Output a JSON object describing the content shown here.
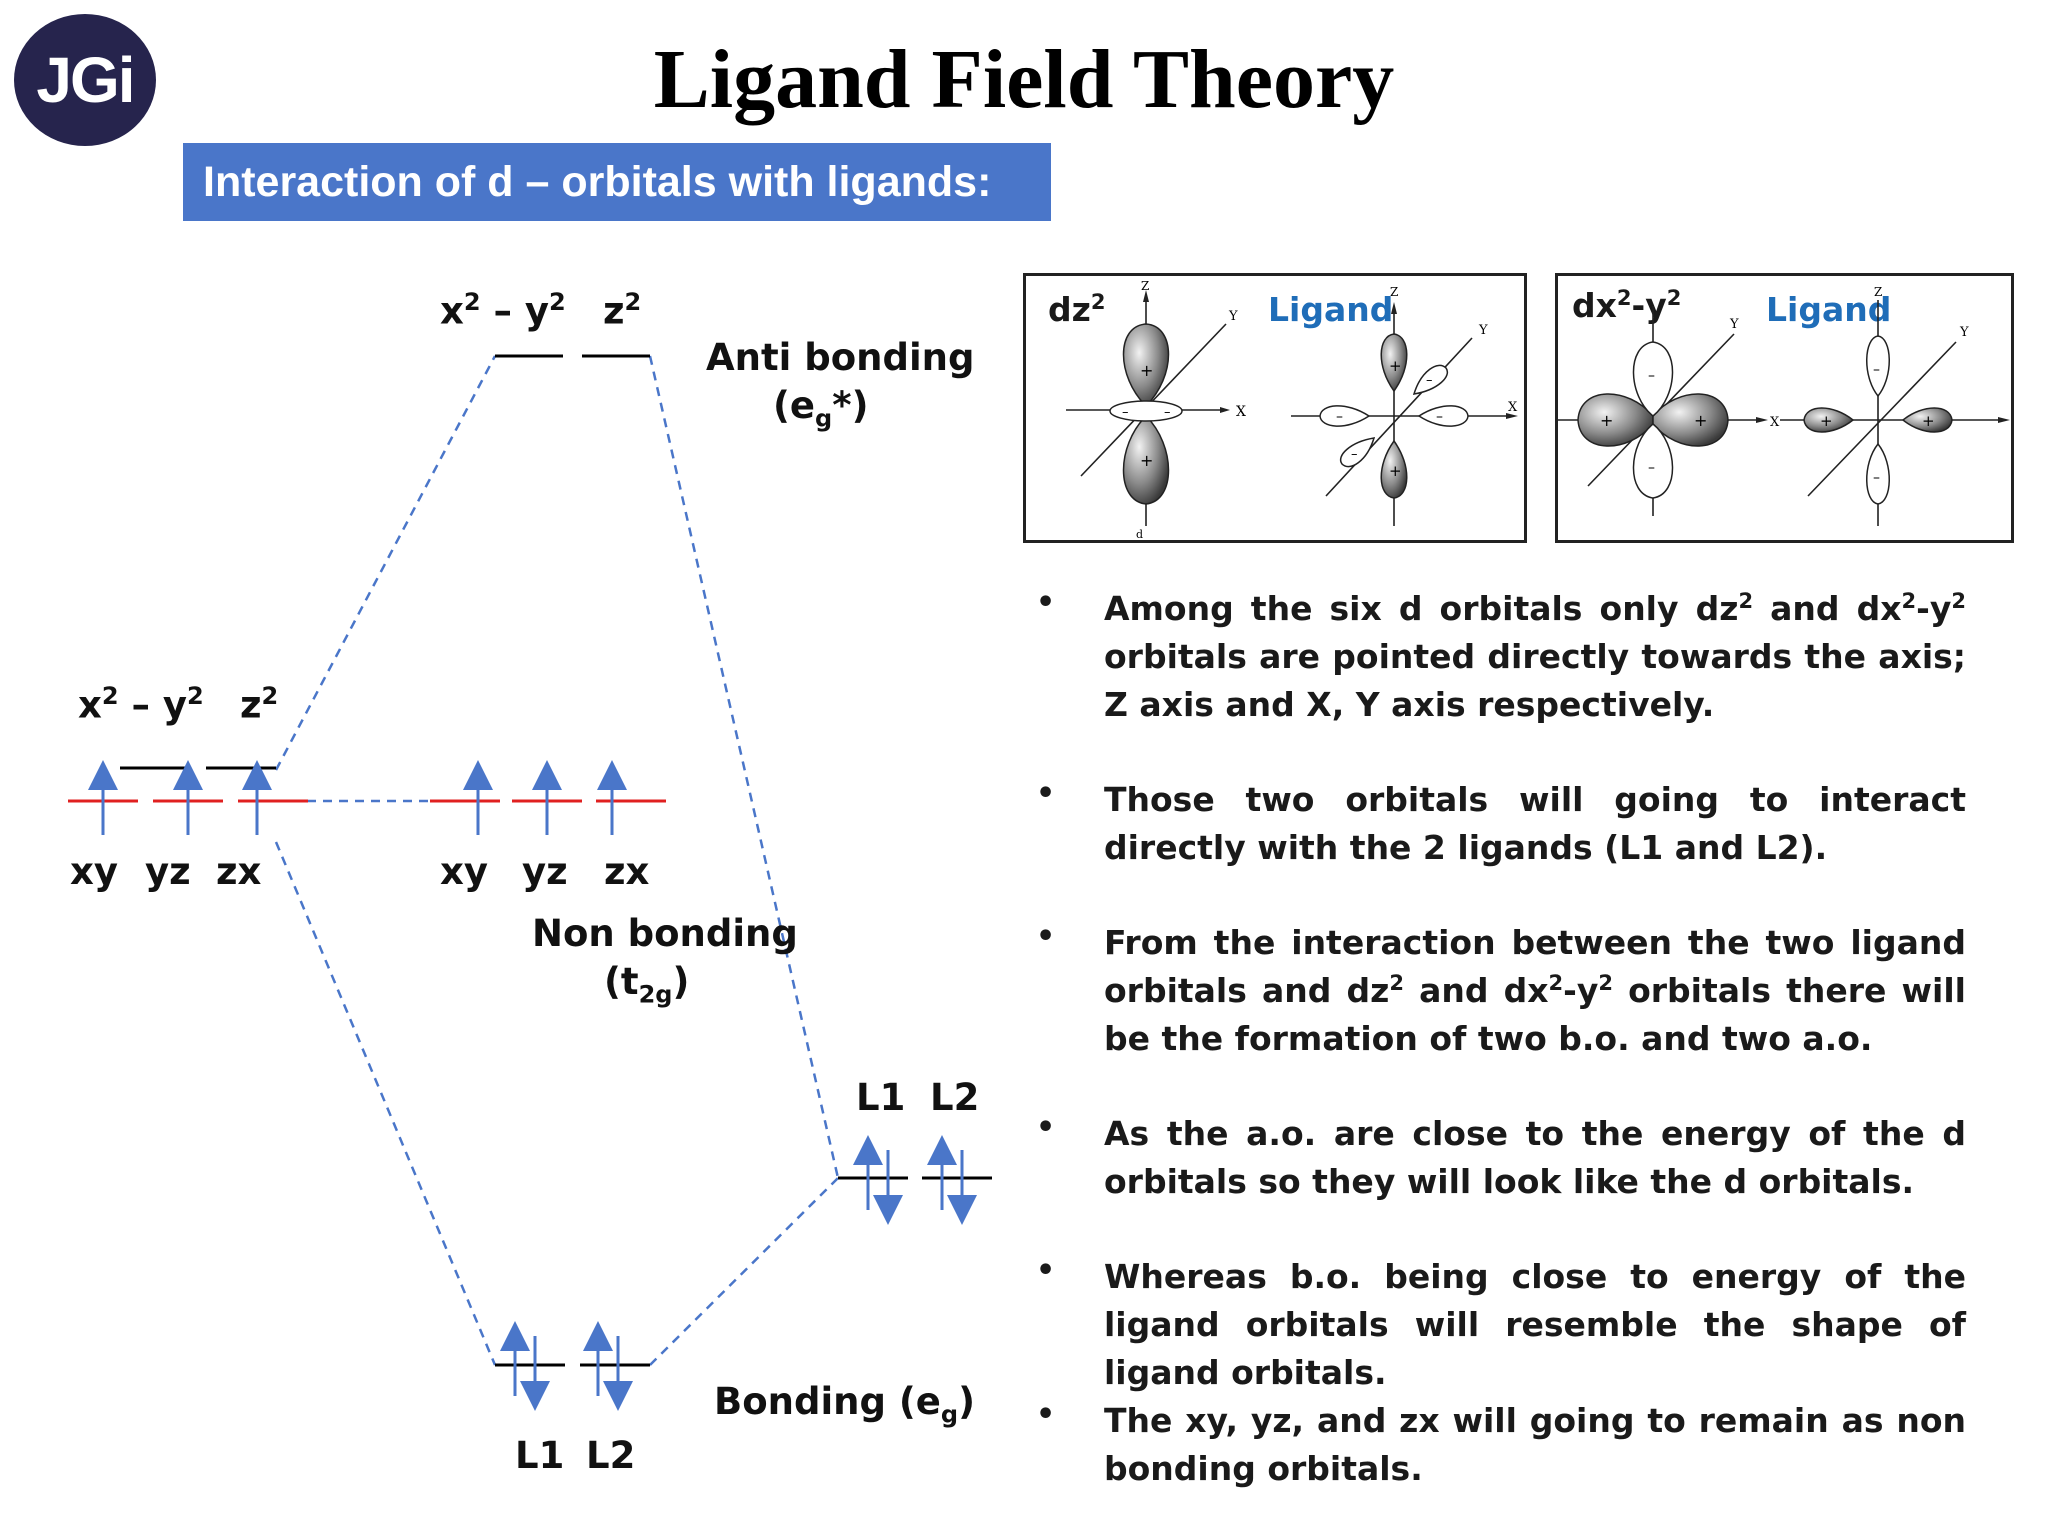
{
  "logo": {
    "text": "JGi"
  },
  "title": "Ligand Field Theory",
  "subtitle": "Interaction of d – orbitals with ligands:",
  "energy_diagram": {
    "left_d_labels": {
      "eg_a": "x² – y²",
      "eg_b": "z²",
      "t2g": [
        "xy",
        "yz",
        "zx"
      ]
    },
    "antibonding": {
      "orbitals_a": "x² – y²",
      "orbitals_b": "z²",
      "label": "Anti bonding",
      "symbol": "e",
      "symbol_sub": "g",
      "symbol_suffix": "*"
    },
    "nonbonding": {
      "orbitals": [
        "xy",
        "yz",
        "zx"
      ],
      "label": "Non bonding",
      "symbol": "t",
      "symbol_sub": "2g"
    },
    "bonding": {
      "orbitals": [
        "L1",
        "L2"
      ],
      "label": "Bonding",
      "symbol": "e",
      "symbol_sub": "g"
    },
    "ligand": {
      "orbitals": [
        "L1",
        "L2"
      ]
    },
    "colors": {
      "dashed": "#4a76c9",
      "arrow": "#4a76c9",
      "t2g_line": "#e02020",
      "level": "#000000"
    }
  },
  "orbital_panels": [
    {
      "orbital": "dz",
      "orbital_sup": "2",
      "ligand_label": "Ligand",
      "caption": "d",
      "caption_sub": "z²"
    },
    {
      "orbital": "dx",
      "orbital_sup": "2",
      "orbital_mid": "-y",
      "orbital_sup2": "2",
      "ligand_label": "Ligand"
    }
  ],
  "bullets": [
    {
      "parts": [
        "Among the six d orbitals only dz",
        "2",
        " and dx",
        "2",
        "-y",
        "2",
        " orbitals are pointed directly towards the axis; Z axis and X, Y axis respectively."
      ]
    },
    {
      "parts": [
        "Those two orbitals will going to interact directly with the 2 ligands (L1 and L2)."
      ]
    },
    {
      "parts": [
        "From the interaction between the two ligand orbitals and dz",
        "2",
        " and dx",
        "2",
        "-y",
        "2",
        "  orbitals there will be the formation of two b.o. and two a.o."
      ]
    },
    {
      "parts": [
        "As the a.o. are close to the energy of the d orbitals so they will look like the d orbitals."
      ]
    },
    {
      "parts": [
        "Whereas b.o. being close to energy of the ligand orbitals will resemble the shape of ligand orbitals."
      ]
    },
    {
      "parts": [
        "The xy, yz, and zx will going to remain as non bonding orbitals."
      ]
    }
  ],
  "bullet_symbol": "•"
}
